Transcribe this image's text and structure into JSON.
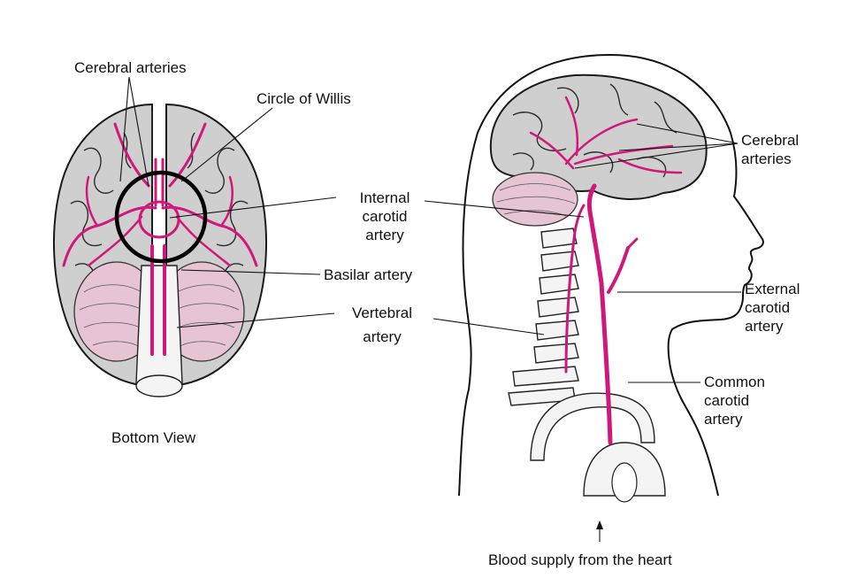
{
  "bottom_view": {
    "label_cerebral_arteries": "Cerebral arteries",
    "label_circle_of_willis": "Circle of Willis",
    "caption": "Bottom View"
  },
  "center_labels": {
    "internal_carotid": [
      "Internal",
      "carotid",
      "artery"
    ],
    "basilar": "Basilar artery",
    "vertebral": [
      "Vertebral",
      "artery"
    ]
  },
  "side_view": {
    "cerebral_arteries": [
      "Cerebral",
      "arteries"
    ],
    "external_carotid": [
      "External",
      "carotid",
      "artery"
    ],
    "common_carotid": [
      "Common",
      "carotid",
      "artery"
    ],
    "caption": "Blood supply from the heart"
  },
  "colors": {
    "artery": "#d0187a",
    "brain": "#cfcfcf",
    "cerebellum": "#e7c4d4"
  }
}
